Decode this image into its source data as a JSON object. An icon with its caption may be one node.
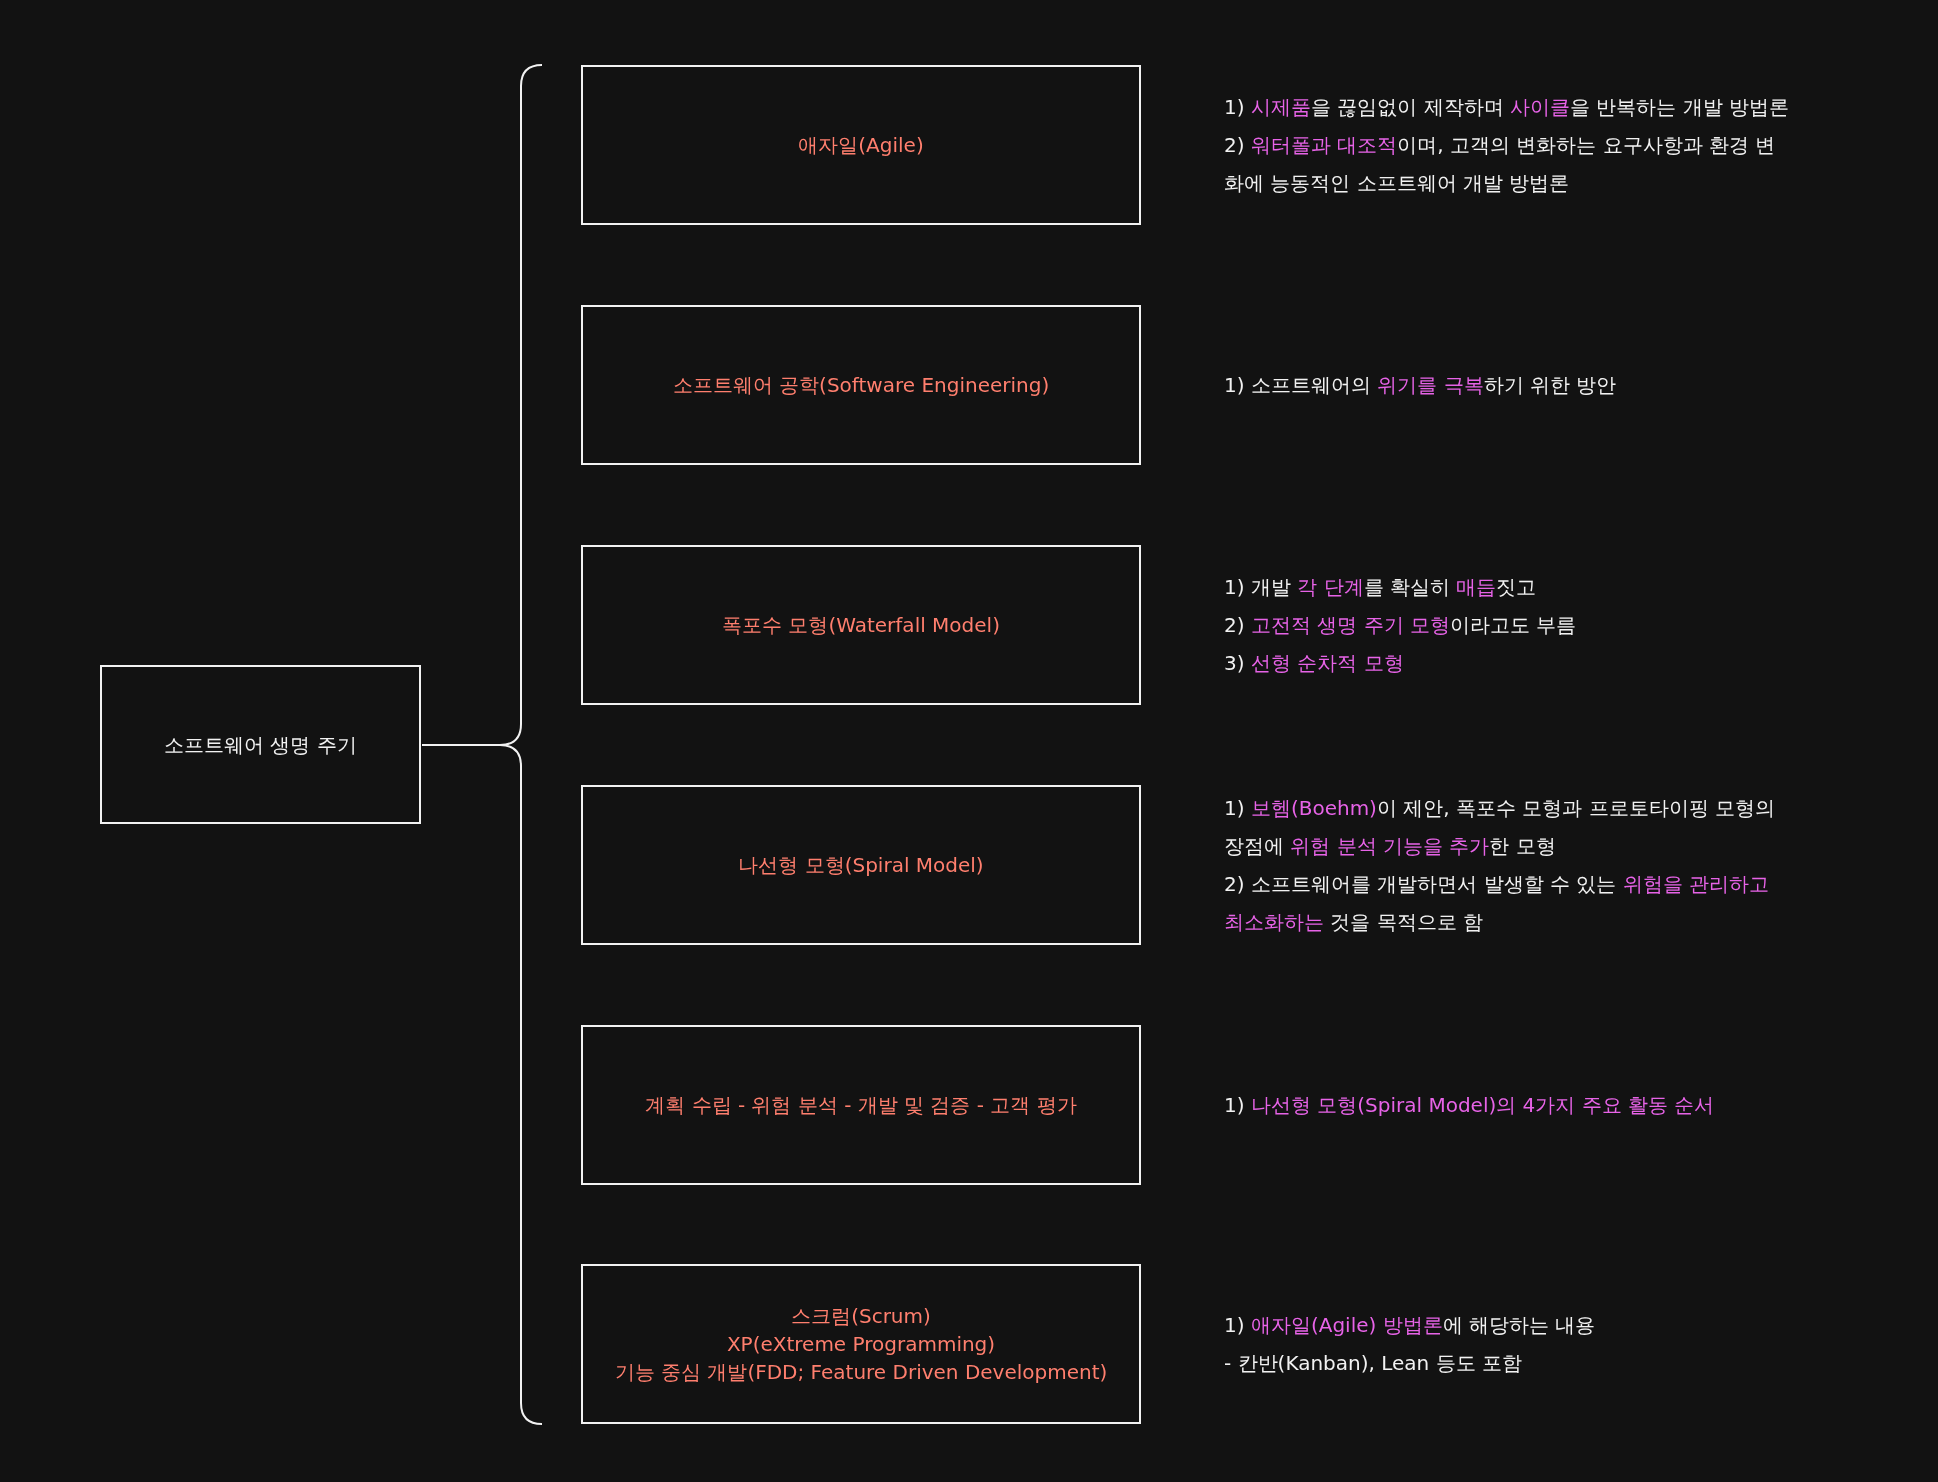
{
  "diagram": {
    "nodes": [
      {
        "text": [
          "소프트웨어 생명 주기"
        ]
      },
      {
        "text": [
          "애자일(Agile)"
        ]
      },
      {
        "text": [
          "소프트웨어 공학(Software Engineering)"
        ]
      },
      {
        "text": [
          "폭포수 모형(Waterfall Model)"
        ]
      },
      {
        "text": [
          "나선형 모형(Spiral Model)"
        ]
      },
      {
        "text": [
          "계획 수립 - 위험 분석 - 개발 및 검증 - 고객 평가"
        ]
      },
      {
        "text": [
          "스크럼(Scrum)",
          "XP(eXtreme Programming)",
          "기능 중심 개발(FDD; Feature Driven Development)"
        ]
      }
    ],
    "edges": [],
    "labels": [
      "1) **시제품**을 끊임없이 제작하며 **사이클**을 반복하는 개발 방법론",
      "2) **워터폴과 대조적**이며, 고객의 변화하는 요구사항과 환경 변화에 능동적인 소프트웨어 개발 방법론",
      "1) 소프트웨어의 **위기를 극복**하기 위한 방안",
      "1) 개발 **각 단계**를 확실히 **매듭**짓고",
      "2) **고전적 생명 주기 모형**이라고도 부름",
      "3) **선형 순차적 모형**",
      "1) **보헴(Boehm)**이 제안, 폭포수 모형과 프로토타이핑 모형의 장점에 **위험 분석 기능을 추가**한 모형",
      "2) 소프트웨어를 개발하면서 발생할 수 있는 **위험을 관리하고 최소화하는** 것을 목적으로 함",
      "1) **나선형 모형(Spiral Model)의 4가지 주요 활동 순서**",
      "1) **애자일(Agile) 방법론**에 해당하는 내용",
      "- 칸반(Kanban), Lean 등도 포함"
    ]
  }
}
